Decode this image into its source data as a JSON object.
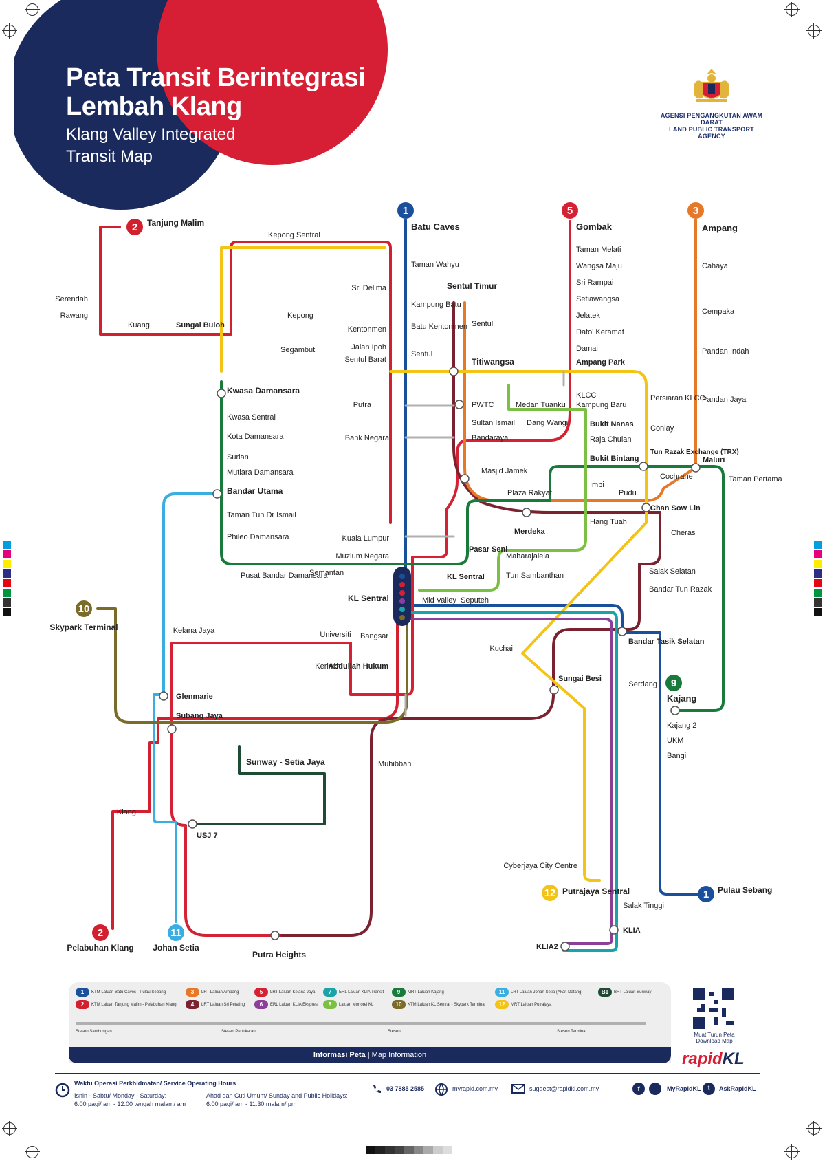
{
  "title_ms_1": "Peta Transit Berintegrasi",
  "title_ms_2": "Lembah Klang",
  "title_en_1": "Klang Valley Integrated",
  "title_en_2": "Transit Map",
  "agency_ms": "AGENSI PENGANGKUTAN AWAM DARAT",
  "agency_en": "LAND PUBLIC TRANSPORT AGENCY",
  "colors": {
    "navy": "#1b2a5c",
    "red_banner": "#d61f34",
    "l1": "#1a4f9c",
    "l2": "#d3202f",
    "l3": "#e6782a",
    "l4": "#7b2230",
    "l5": "#d42234",
    "l8": "#7bc043",
    "l9": "#1a7a3c",
    "l10": "#7a6b28",
    "l11": "#3aaee0",
    "l12": "#f3c316",
    "l6": "#8c3f98",
    "l7": "#1aa3a8",
    "b1": "#1f4a34",
    "grey": "#b0b0b0"
  },
  "line_badges": [
    {
      "num": "1",
      "name": "Batu Caves"
    },
    {
      "num": "5",
      "name": "Gombak"
    },
    {
      "num": "3",
      "name": "Ampang"
    },
    {
      "num": "2",
      "name": "Tanjung Malim"
    },
    {
      "num": "2",
      "name": "Pelabuhan Klang"
    },
    {
      "num": "11",
      "name": "Johan Setia"
    },
    {
      "num": "1",
      "name": "Pulau Sebang"
    },
    {
      "num": "10",
      "name": "Skypark Terminal"
    },
    {
      "num": "9",
      "name": "Kajang"
    },
    {
      "num": "12",
      "name": "Putrajaya Sentral"
    }
  ],
  "stations": {
    "batu_caves": "Batu Caves",
    "taman_wahyu": "Taman Wahyu",
    "kampung_batu": "Kampung Batu",
    "batu_kentonmen": "Batu Kentonmen",
    "sentul": "Sentul",
    "sentul_timur": "Sentul Timur",
    "sentul_lrt": "Sentul",
    "titiwangsa": "Titiwangsa",
    "pwtc": "PWTC",
    "sultan_ismail": "Sultan Ismail",
    "bandaraya": "Bandaraya",
    "masjid_jamek": "Masjid Jamek",
    "plaza_rakyat": "Plaza Rakyat",
    "hang_tuah": "Hang Tuah",
    "pudu": "Pudu",
    "chan_sow_lin": "Chan Sow Lin",
    "cheras": "Cheras",
    "salak_selatan": "Salak Selatan",
    "bandar_tun_razak": "Bandar Tun Razak",
    "bandar_tasik_selatan": "Bandar Tasik Selatan",
    "sungai_besi": "Sungai Besi",
    "kl_sentral": "KL Sentral",
    "gombak": "Gombak",
    "taman_melati": "Taman Melati",
    "wangsa_maju": "Wangsa Maju",
    "sri_rampai": "Sri Rampai",
    "setiawangsa": "Setiawangsa",
    "jelatek": "Jelatek",
    "dato_keramat": "Dato' Keramat",
    "damai": "Damai",
    "ampang_park": "Ampang Park",
    "klcc": "KLCC",
    "kampung_baru": "Kampung Baru",
    "dang_wangi": "Dang Wangi",
    "ampang": "Ampang",
    "cahaya": "Cahaya",
    "cempaka": "Cempaka",
    "pandan_indah": "Pandan Indah",
    "pandan_jaya": "Pandan Jaya",
    "maluri": "Maluri",
    "kepong_sentral": "Kepong Sentral",
    "kepong": "Kepong",
    "segambut": "Segambut",
    "putra": "Putra",
    "bank_negara": "Bank Negara",
    "kuala_lumpur": "Kuala Lumpur",
    "muzium_negara": "Muzium Negara",
    "sri_delima": "Sri Delima",
    "kentonmen": "Kentonmen",
    "jalan_ipoh": "Jalan Ipoh",
    "sentul_barat": "Sentul Barat",
    "kwasa_damansara": "Kwasa Damansara",
    "kwasa_sentral": "Kwasa Sentral",
    "kota_damansara": "Kota Damansara",
    "surian": "Surian",
    "mutiara_damansara": "Mutiara Damansara",
    "bandar_utama": "Bandar Utama",
    "taman_tun": "Taman Tun Dr Ismail",
    "phileo": "Phileo Damansara",
    "pusat_bandar_damansara": "Pusat Bandar Damansara",
    "semantan": "Semantan",
    "merdeka": "Merdeka",
    "bukit_bintang": "Bukit Bintang",
    "tun_razak_exchange": "Tun Razak Exchange (TRX)",
    "cochrane": "Cochrane",
    "taman_pertama": "Taman Pertama",
    "kajang": "Kajang",
    "kajang2": "Kajang 2",
    "ukm": "UKM",
    "bangi": "Bangi",
    "pulau_sebang": "Pulau Sebang",
    "kuang": "Kuang",
    "sungai_buloh": "Sungai Buloh",
    "tanjung_malim": "Tanjung Malim",
    "rawang": "Rawang",
    "serendah": "Serendah",
    "klang": "Klang",
    "subang_jaya": "Subang Jaya",
    "pelabuhan_klang": "Pelabuhan Klang",
    "sunway_setia_jaya": "Sunway - Setia Jaya",
    "usj7": "USJ 7",
    "putra_heights": "Putra Heights",
    "putrajaya_sentral": "Putrajaya Sentral",
    "klia2": "KLIA2",
    "klia": "KLIA",
    "skypark_terminal": "Skypark Terminal",
    "glenmarie": "Glenmarie",
    "johan_setia": "Johan Setia",
    "kerinchi": "Kerinchi",
    "abdullah_hukum": "Abdullah Hukum",
    "bangsar": "Bangsar",
    "mid_valley": "Mid Valley",
    "seputeh": "Seputeh",
    "kelana_jaya": "Kelana Jaya",
    "universiti": "Universiti",
    "medan_tuanku": "Medan Tuanku",
    "bukit_nanas": "Bukit Nanas",
    "raja_chulan": "Raja Chulan",
    "imbi": "Imbi",
    "maharajalela": "Maharajalela",
    "tun_sambanthan": "Tun Sambanthan",
    "pasar_seni": "Pasar Seni",
    "kl_sentral_mono": "KL Sentral",
    "conlay": "Conlay",
    "persiaran_klcc": "Persiaran KLCC",
    "serdang": "Serdang",
    "kuchai": "Kuchai",
    "muhibbah": "Muhibbah",
    "cyberjaya_city_centre": "Cyberjaya City Centre",
    "salak_tinggi": "Salak Tinggi"
  },
  "legend_items": [
    {
      "num": "1",
      "name": "KTM Laluan Batu Caves - Pulau Sebang"
    },
    {
      "num": "2",
      "name": "KTM Laluan Tanjung Malim - Pelabuhan Klang"
    },
    {
      "num": "3",
      "name": "LRT Laluan Ampang"
    },
    {
      "num": "4",
      "name": "LRT Laluan Sri Petaling"
    },
    {
      "num": "5",
      "name": "LRT Laluan Kelana Jaya"
    },
    {
      "num": "6",
      "name": "ERL Laluan KLIA Ekspres"
    },
    {
      "num": "7",
      "name": "ERL Laluan KLIA Transit"
    },
    {
      "num": "8",
      "name": "Laluan Monorel KL"
    },
    {
      "num": "9",
      "name": "MRT Laluan Kajang"
    },
    {
      "num": "10",
      "name": "KTM Laluan KL Sentral - Skypark Terminal"
    },
    {
      "num": "11",
      "name": "LRT Laluan Johan Setia (Akan Datang)"
    },
    {
      "num": "12",
      "name": "MRT Laluan Putrajaya"
    },
    {
      "num": "B1",
      "name": "BRT Laluan Sunway"
    }
  ],
  "legend_stations": [
    {
      "label": "Stesen Sambungan"
    },
    {
      "label": "Stesen Pertukaran"
    },
    {
      "label": "Stesen"
    },
    {
      "label": "Stesen Terminal"
    }
  ],
  "legend_title_ms": "Informasi Peta",
  "legend_title_en": "Map Information",
  "download_ms": "Muat Turun Peta",
  "download_en": "Download Map",
  "rapid_logo_1": "rapid",
  "rapid_logo_2": "KL",
  "footer": {
    "hours_title": "Waktu Operasi Perkhidmatan/ Service Operating Hours",
    "weekday_label": "Isnin - Sabtu/ Monday - Saturday:",
    "weekday_hours": "6:00 pagi/ am - 12:00 tengah malam/ am",
    "weekend_label": "Ahad dan Cuti Umum/ Sunday and Public Holidays:",
    "weekend_hours": "6:00 pagi/ am - 11.30 malam/ pm",
    "phone": "03 7885 2585",
    "web": "myrapid.com.my",
    "email": "suggest@rapidkl.com.my",
    "social1": "MyRapidKL",
    "social2": "AskRapidKL"
  }
}
